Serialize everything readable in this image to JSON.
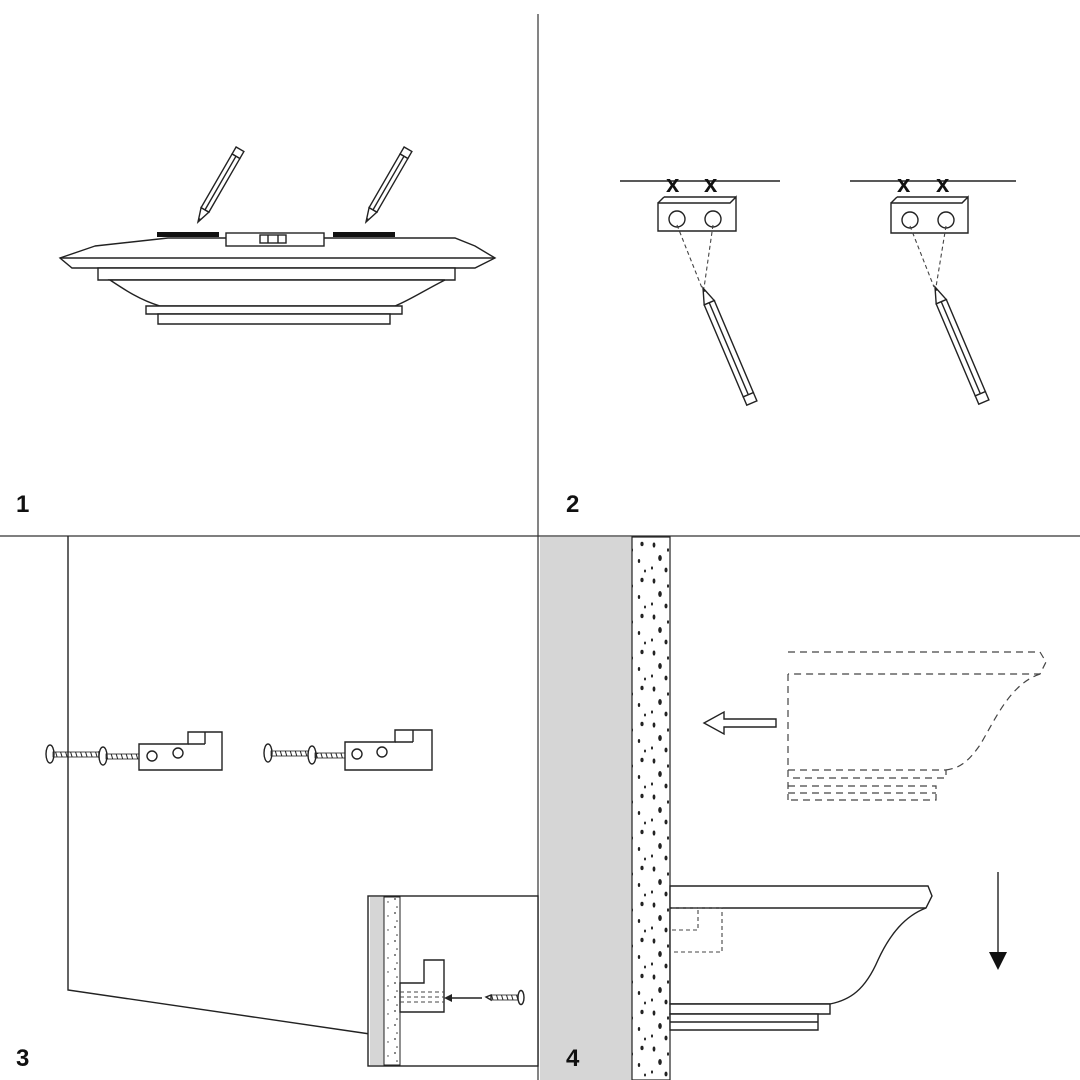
{
  "steps": {
    "step1": {
      "label": "1"
    },
    "step2": {
      "label": "2",
      "mark_left_1": "x",
      "mark_left_2": "x",
      "mark_right_1": "x",
      "mark_right_2": "x"
    },
    "step3": {
      "label": "3"
    },
    "step4": {
      "label": "4"
    }
  },
  "colors": {
    "line": "#222222",
    "wall_gray": "#d6d6d6",
    "background": "#ffffff"
  }
}
